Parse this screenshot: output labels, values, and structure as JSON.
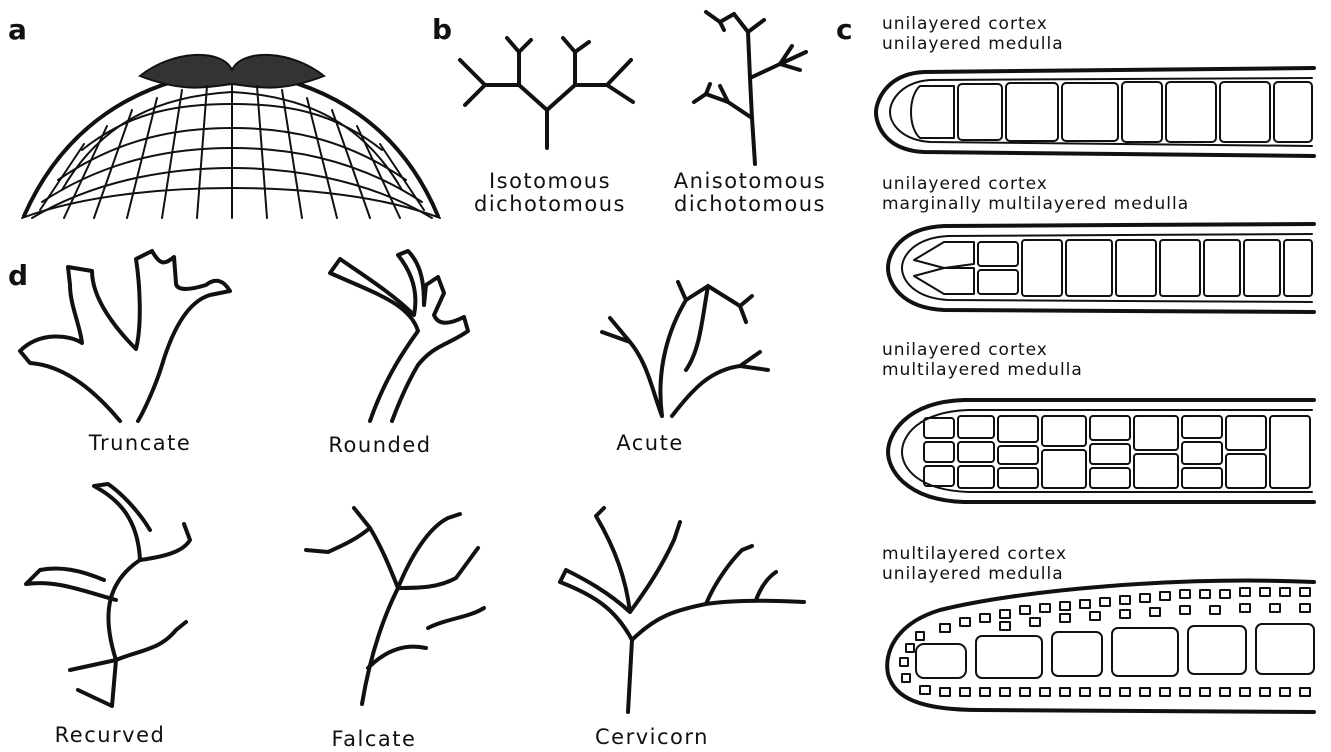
{
  "panels": {
    "a": {
      "letter": "a"
    },
    "b": {
      "letter": "b",
      "isotomous": [
        "Isotomous",
        "dichotomous"
      ],
      "anisotomous": [
        "Anisotomous",
        "dichotomous"
      ]
    },
    "c": {
      "letter": "c",
      "sections": [
        {
          "cortex": "unilayered cortex",
          "medulla": "unilayered medulla"
        },
        {
          "cortex": "unilayered cortex",
          "medulla": "marginally multilayered medulla"
        },
        {
          "cortex": "unilayered cortex",
          "medulla": "multilayered medulla"
        },
        {
          "cortex": "multilayered cortex",
          "medulla": "unilayered medulla"
        }
      ]
    },
    "d": {
      "letter": "d",
      "apices": [
        "Truncate",
        "Rounded",
        "Acute",
        "Recurved",
        "Falcate",
        "Cervicorn"
      ]
    }
  }
}
